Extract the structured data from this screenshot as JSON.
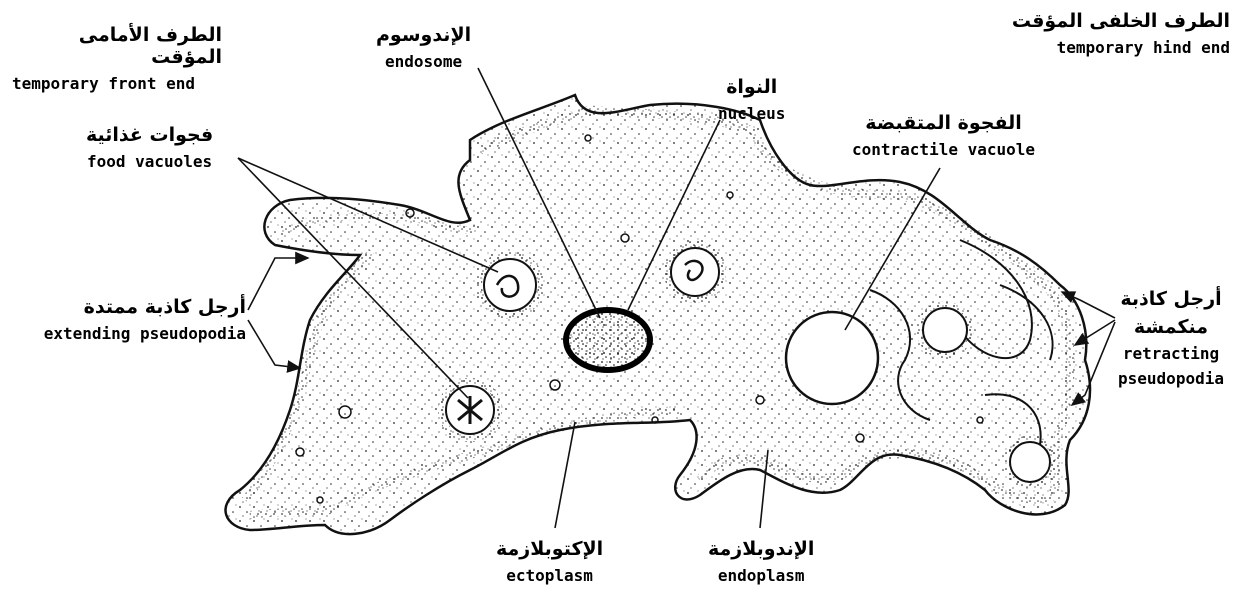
{
  "labels": {
    "front_end": {
      "ar": "الطرف الأمامى المؤقت",
      "en": "temporary front end"
    },
    "hind_end": {
      "ar": "الطرف الخلفى المؤقت",
      "en": "temporary hind end"
    },
    "endosome": {
      "ar": "الإندوسوم",
      "en": "endosome"
    },
    "nucleus": {
      "ar": "النواة",
      "en": "nucleus"
    },
    "food_vacuoles": {
      "ar": "فجوات غذائية",
      "en": "food vacuoles"
    },
    "contractile_vacuole": {
      "ar": "الفجوة المتقبضة",
      "en": "contractile vacuole"
    },
    "extending_pseudopodia": {
      "ar": "أرجل كاذبة ممتدة",
      "en": "extending pseudopodia"
    },
    "retracting_pseudopodia": {
      "ar1": "أرجل كاذبة",
      "ar2": "منكمشة",
      "en1": "retracting",
      "en2": "pseudopodia"
    },
    "ectoplasm": {
      "ar": "الإكتوبلازمة",
      "en": "ectoplasm"
    },
    "endoplasm": {
      "ar": "الإندوبلازمة",
      "en": "endoplasm"
    }
  },
  "colors": {
    "ink": "#111111",
    "background": "#ffffff"
  }
}
